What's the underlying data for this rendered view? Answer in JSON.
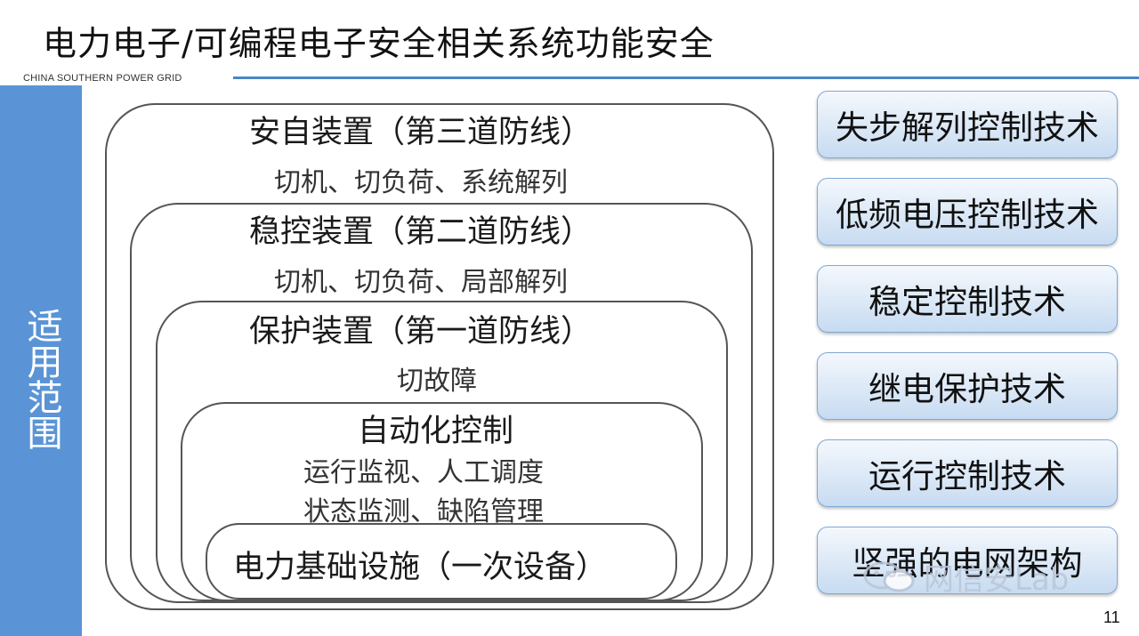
{
  "slide": {
    "title": "电力电子/可编程电子安全相关系统功能安全",
    "subtitle": "CHINA SOUTHERN POWER GRID",
    "sidebar_label": "适用范围",
    "page_number": "11"
  },
  "layers": [
    {
      "heading": "安自装置（第三道防线）",
      "lines": [
        "切机、切负荷、系统解列"
      ]
    },
    {
      "heading": "稳控装置（第二道防线）",
      "lines": [
        "切机、切负荷、局部解列"
      ]
    },
    {
      "heading": "保护装置（第一道防线）",
      "lines": [
        "切故障"
      ]
    },
    {
      "heading": "自动化控制",
      "lines": [
        "运行监视、人工调度",
        "状态监测、缺陷管理"
      ]
    },
    {
      "heading": "电力基础设施（一次设备）",
      "lines": []
    }
  ],
  "technologies": [
    "失步解列控制技术",
    "低频电压控制技术",
    "稳定控制技术",
    "继电保护技术",
    "运行控制技术",
    "坚强的电网架构"
  ],
  "watermark": "网信安Lab",
  "colors": {
    "accent": "#5b94d6",
    "rule": "#4a86c8",
    "button_top": "#f4f8fd",
    "button_bottom": "#c7dbf1"
  }
}
